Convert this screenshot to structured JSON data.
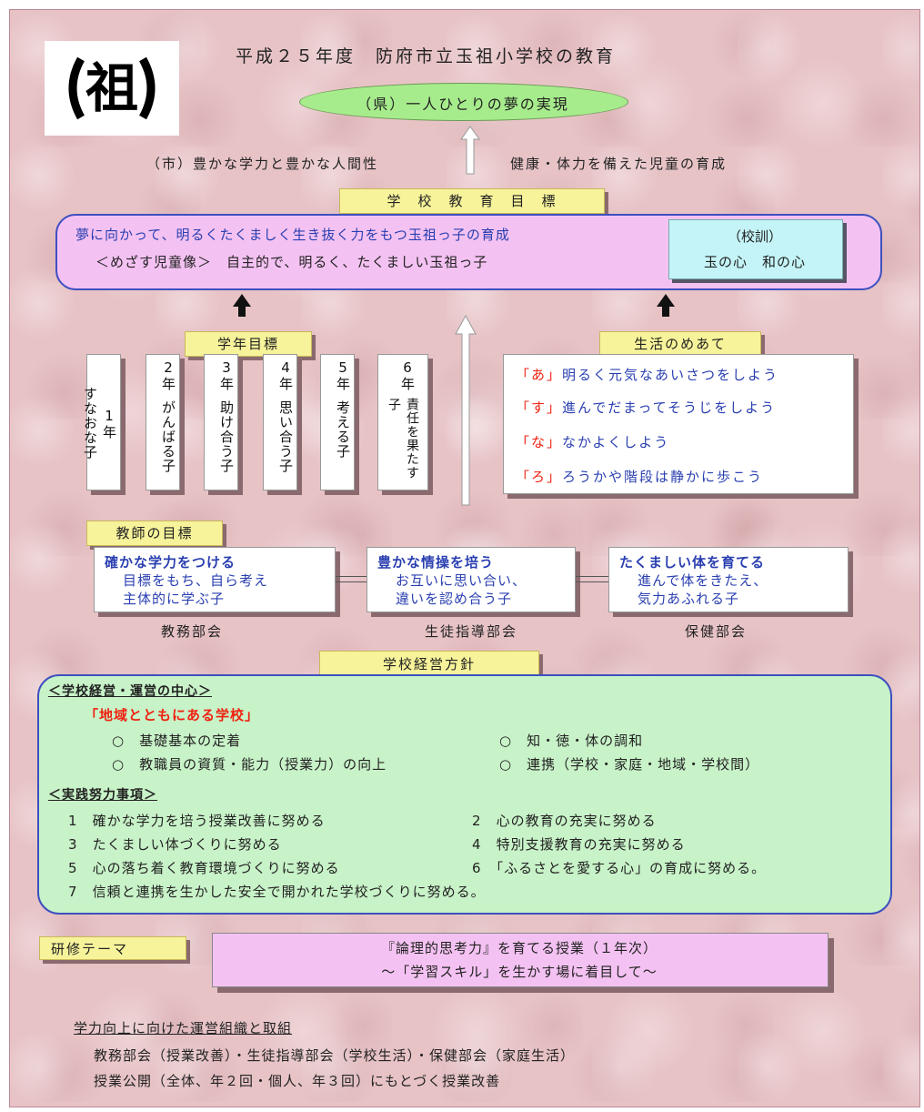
{
  "header": {
    "logo_glyph": "祖",
    "title": "平成２５年度　防府市立玉祖小学校の教育"
  },
  "pref_goal": "（県）一人ひとりの夢の実現",
  "city_goal_left": "（市）豊かな学力と豊かな人間性",
  "city_goal_right": "健康・体力を備えた児童の育成",
  "school_goal": {
    "label": "学　校　教　育　目　標",
    "main": "夢に向かって、明るくたくましく生き抜く力をもつ玉祖っ子の育成",
    "ideal": "＜めざす児童像＞　自主的で、明るく、たくましい玉祖っ子",
    "motto_title": "（校訓）",
    "motto": "玉の心　和の心"
  },
  "grade_goals": {
    "label": "学年目標",
    "items": [
      {
        "grade": "1年",
        "goal": "すなおな子"
      },
      {
        "grade": "2年",
        "goal": "がんばる子"
      },
      {
        "grade": "3年",
        "goal": "助け合う子"
      },
      {
        "grade": "4年",
        "goal": "思い合う子"
      },
      {
        "grade": "5年",
        "goal": "考える子"
      },
      {
        "grade": "6年",
        "goal": "責任を果たす子"
      }
    ]
  },
  "life_goals": {
    "label": "生活のめあて",
    "items": [
      {
        "key": "「あ」",
        "text": "明るく元気なあいさつをしよう"
      },
      {
        "key": "「す」",
        "text": "進んでだまってそうじをしよう"
      },
      {
        "key": "「な」",
        "text": "なかよくしよう"
      },
      {
        "key": "「ろ」",
        "text": "ろうかや階段は静かに歩こう"
      }
    ]
  },
  "teacher_goals": {
    "label": "教師の目標",
    "items": [
      {
        "title": "確かな学力をつける",
        "line1": "目標をもち、自ら考え",
        "line2": "主体的に学ぶ子",
        "dept": "教務部会"
      },
      {
        "title": "豊かな情操を培う",
        "line1": "お互いに思い合い、",
        "line2": "違いを認め合う子",
        "dept": "生徒指導部会"
      },
      {
        "title": "たくましい体を育てる",
        "line1": "進んで体をきたえ、",
        "line2": "気力あふれる子",
        "dept": "保健部会"
      }
    ]
  },
  "policy": {
    "label": "学校経営方針",
    "center_heading": "＜学校経営・運営の中心＞",
    "center_slogan": "「地域とともにある学校」",
    "center_items": [
      "○　基礎基本の定着",
      "○　知・徳・体の調和",
      "○　教職員の資質・能力（授業力）の向上",
      "○　連携（学校・家庭・地域・学校間）"
    ],
    "practice_heading": "＜実践努力事項＞",
    "practice_items": [
      {
        "no": "1",
        "text": "確かな学力を培う授業改善に努める"
      },
      {
        "no": "2",
        "text": "心の教育の充実に努める"
      },
      {
        "no": "3",
        "text": "たくましい体づくりに努める"
      },
      {
        "no": "4",
        "text": "特別支援教育の充実に努める"
      },
      {
        "no": "5",
        "text": "心の落ち着く教育環境づくりに努める"
      },
      {
        "no": "6",
        "text": "「ふるさとを愛する心」の育成に努める。"
      },
      {
        "no": "7",
        "text": "信頼と連携を生かした安全で開かれた学校づくりに努める。"
      }
    ]
  },
  "research": {
    "label": "研修テーマ",
    "line1": "『論理的思考力』を育てる授業（１年次）",
    "line2": "～「学習スキル」を生かす場に着目して～"
  },
  "org": {
    "heading": "学力向上に向けた運営組織と取組",
    "line1": "教務部会（授業改善）・生徒指導部会（学校生活）・保健部会（家庭生活）",
    "line2": "授業公開（全体、年２回・個人、年３回）にもとづく授業改善"
  }
}
